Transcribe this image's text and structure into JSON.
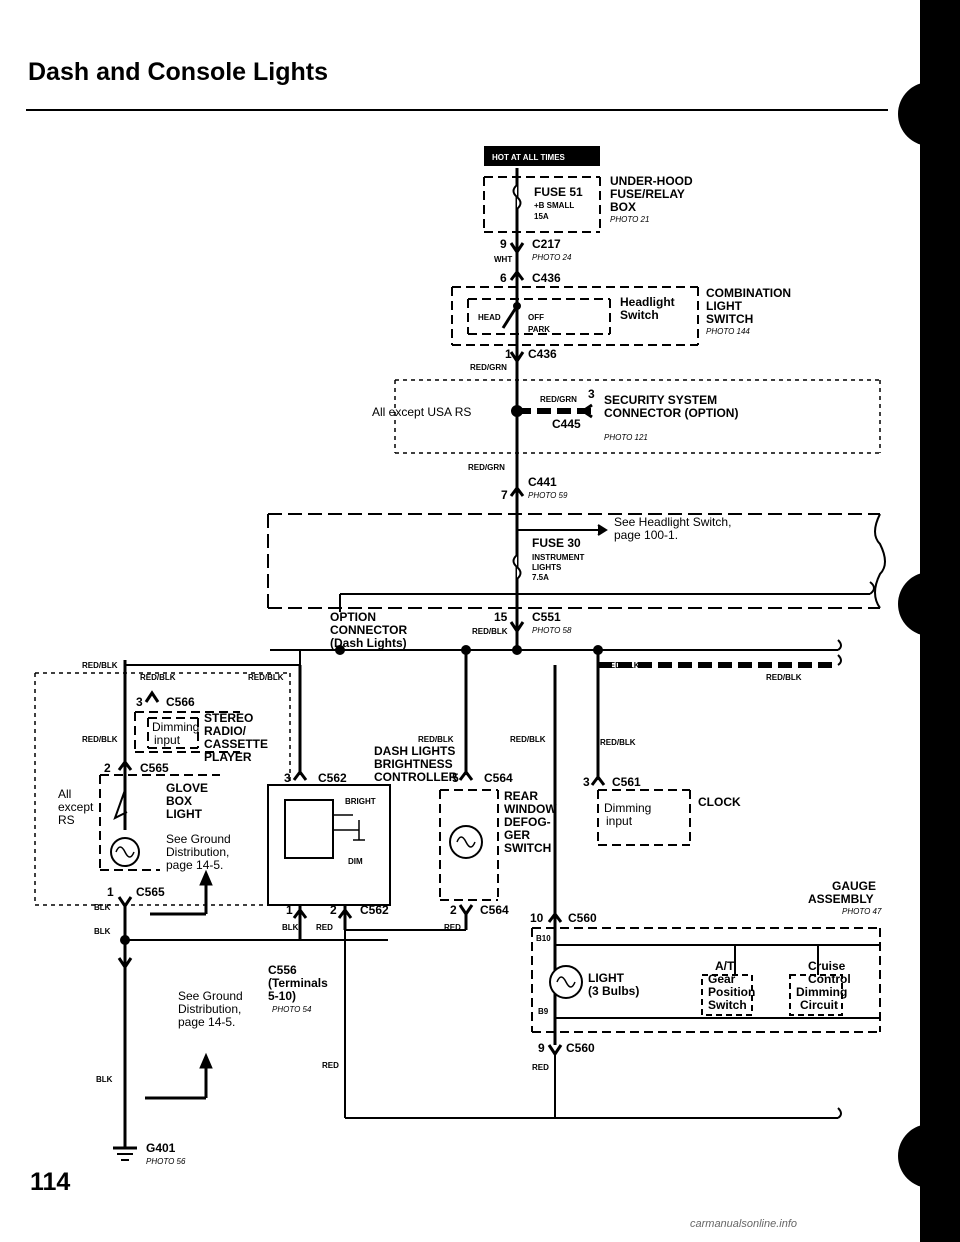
{
  "page": {
    "title": "Dash and Console Lights",
    "page_number": "114",
    "watermark": "carmanualsonline.info"
  },
  "fuse_box": {
    "hot_label": "HOT AT ALL TIMES",
    "fuse_name": "FUSE 51",
    "fuse_sub": "+B SMALL",
    "fuse_amp": "15A",
    "box_name_1": "UNDER-HOOD",
    "box_name_2": "FUSE/RELAY",
    "box_name_3": "BOX",
    "box_photo": "PHOTO 21"
  },
  "c217": {
    "pin": "9",
    "wire": "WHT",
    "name": "C217",
    "photo": "PHOTO 24"
  },
  "c436_top": {
    "pin": "6",
    "name": "C436"
  },
  "light_switch": {
    "head": "HEAD",
    "off": "OFF",
    "park": "PARK",
    "label_1": "Headlight",
    "label_2": "Switch",
    "name_1": "COMBINATION",
    "name_2": "LIGHT",
    "name_3": "SWITCH",
    "photo": "PHOTO 144"
  },
  "c436_bot": {
    "pin": "1",
    "wire": "RED/GRN",
    "name": "C436"
  },
  "security": {
    "wire": "RED/GRN",
    "pin": "3",
    "name_1": "SECURITY SYSTEM",
    "name_2": "CONNECTOR (OPTION)",
    "conn": "C445",
    "photo": "PHOTO 121",
    "condition": "All except USA RS"
  },
  "c441": {
    "wire": "RED/GRN",
    "pin": "7",
    "name": "C441",
    "photo": "PHOTO 59"
  },
  "fuse30": {
    "note_1": "See Headlight Switch,",
    "note_2": "page 100-1.",
    "name": "FUSE 30",
    "sub_1": "INSTRUMENT",
    "sub_2": "LIGHTS",
    "amp": "7.5A"
  },
  "option_conn": {
    "label_1": "OPTION",
    "label_2": "CONNECTOR",
    "label_3": "(Dash Lights)",
    "pin": "15",
    "wire": "RED/BLK",
    "name": "C551",
    "photo": "PHOTO 58"
  },
  "wires": {
    "red_blk": "RED/BLK",
    "blk": "BLK",
    "red": "RED"
  },
  "stereo": {
    "pin": "3",
    "conn": "C566",
    "input_1": "Dimming",
    "input_2": "input",
    "name_1": "STEREO",
    "name_2": "RADIO/",
    "name_3": "CASSETTE",
    "name_4": "PLAYER"
  },
  "glove": {
    "pin": "2",
    "conn": "C565",
    "name_1": "GLOVE",
    "name_2": "BOX",
    "name_3": "LIGHT",
    "note_1": "See Ground",
    "note_2": "Distribution,",
    "note_3": "page 14-5.",
    "cond_1": "All",
    "cond_2": "except",
    "cond_3": "RS",
    "pin_bot": "1",
    "conn_bot": "C565"
  },
  "dash_ctrl": {
    "pin": "3",
    "conn": "C562",
    "name_1": "DASH LIGHTS",
    "name_2": "BRIGHTNESS",
    "name_3": "CONTROLLER",
    "bright": "BRIGHT",
    "dim": "DIM",
    "pin_a": "1",
    "pin_b": "2",
    "conn_bot": "C562"
  },
  "rear_window": {
    "pin": "5",
    "conn": "C564",
    "name_1": "REAR",
    "name_2": "WINDOW",
    "name_3": "DEFOG-",
    "name_4": "GER",
    "name_5": "SWITCH",
    "pin_bot": "2",
    "conn_bot": "C564"
  },
  "clock": {
    "pin": "3",
    "conn": "C561",
    "input_1": "Dimming",
    "input_2": "input",
    "name": "CLOCK"
  },
  "gauge": {
    "name_1": "GAUGE",
    "name_2": "ASSEMBLY",
    "photo": "PHOTO 47",
    "pin_top": "10",
    "conn_top": "C560",
    "b10": "B10",
    "b9": "B9",
    "light_1": "LIGHT",
    "light_2": "(3 Bulbs)",
    "at_1": "A/T",
    "at_2": "Gear",
    "at_3": "Position",
    "at_4": "Switch",
    "cc_1": "Cruise",
    "cc_2": "Control",
    "cc_3": "Dimming",
    "cc_4": "Circuit",
    "pin_bot": "9",
    "conn_bot": "C560"
  },
  "ground": {
    "c556_1": "C556",
    "c556_2": "(Terminals",
    "c556_3": "5-10)",
    "c556_photo": "PHOTO 54",
    "note_1": "See Ground",
    "note_2": "Distribution,",
    "note_3": "page 14-5.",
    "g401": "G401",
    "g401_photo": "PHOTO 56"
  }
}
